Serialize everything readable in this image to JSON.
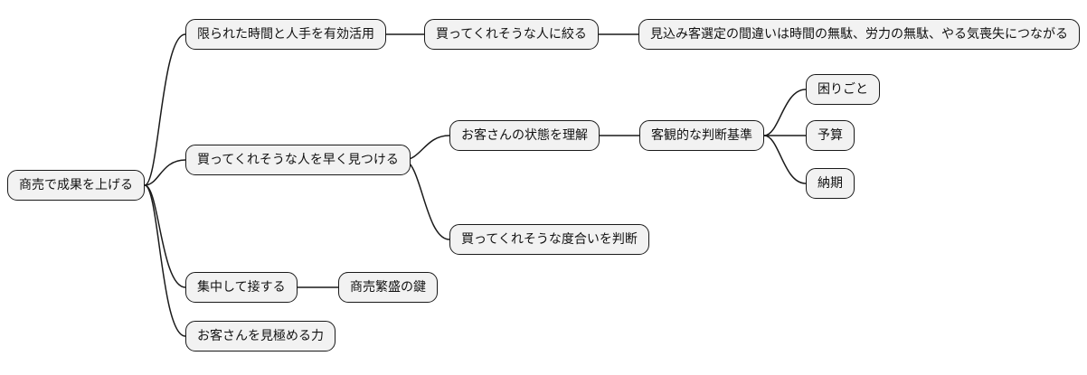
{
  "mindmap": {
    "type": "mindmap-diagram",
    "direction": "left-to-right",
    "colors": {
      "background": "#ffffff",
      "node_fill": "#f2f2f2",
      "node_border": "#1a1a1a",
      "edge": "#1a1a1a",
      "text": "#111111"
    },
    "root": {
      "label": "商売で成果を上げる",
      "children": [
        {
          "label": "限られた時間と人手を有効活用",
          "children": [
            {
              "label": "買ってくれそうな人に絞る",
              "children": [
                {
                  "label": "見込み客選定の間違いは時間の無駄、労力の無駄、やる気喪失につながる",
                  "children": []
                }
              ]
            }
          ]
        },
        {
          "label": "買ってくれそうな人を早く見つける",
          "children": [
            {
              "label": "お客さんの状態を理解",
              "children": [
                {
                  "label": "客観的な判断基準",
                  "children": [
                    {
                      "label": "困りごと",
                      "children": []
                    },
                    {
                      "label": "予算",
                      "children": []
                    },
                    {
                      "label": "納期",
                      "children": []
                    }
                  ]
                }
              ]
            },
            {
              "label": "買ってくれそうな度合いを判断",
              "children": []
            }
          ]
        },
        {
          "label": "集中して接する",
          "children": [
            {
              "label": "商売繁盛の鍵",
              "children": []
            }
          ]
        },
        {
          "label": "お客さんを見極める力",
          "children": []
        }
      ]
    }
  }
}
